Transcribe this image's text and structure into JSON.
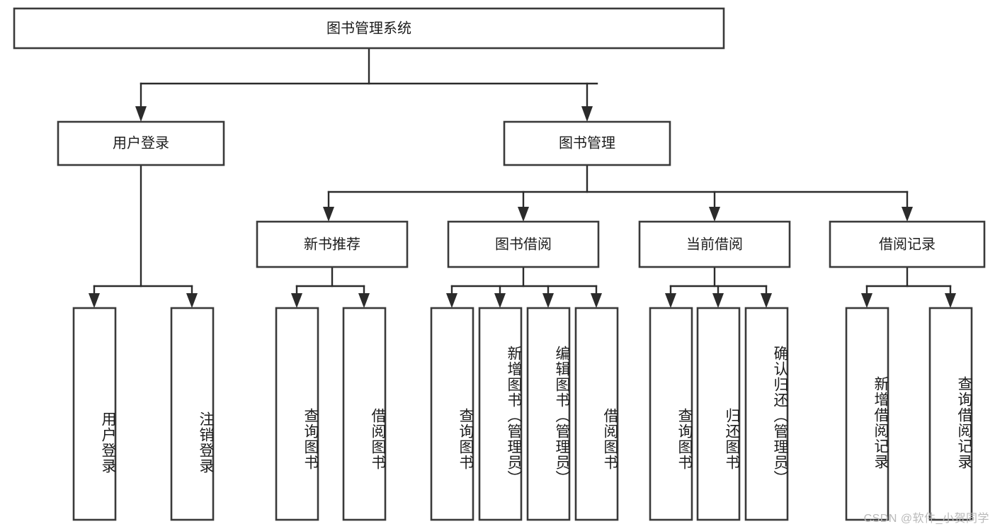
{
  "diagram": {
    "type": "tree-hierarchy",
    "title": "图书管理系统",
    "watermark": "CSDN @软件_小贺同学",
    "orientation": "top-down",
    "levels": 4,
    "colors": {
      "box_fill": "#ffffff",
      "box_stroke": "#3a3a3a",
      "edge": "#2b2b2b",
      "text": "#1c1c1c",
      "watermark": "#b9b9b9",
      "background": "#ffffff"
    },
    "root": {
      "label": "图书管理系统",
      "id": "root-system"
    },
    "level2": [
      {
        "id": "user-login",
        "label": "用户登录"
      },
      {
        "id": "book-management",
        "label": "图书管理"
      }
    ],
    "level3": [
      {
        "id": "new-book-recommend",
        "label": "新书推荐",
        "parent": "book-management"
      },
      {
        "id": "book-borrow",
        "label": "图书借阅",
        "parent": "book-management"
      },
      {
        "id": "current-borrow",
        "label": "当前借阅",
        "parent": "book-management"
      },
      {
        "id": "borrow-record",
        "label": "借阅记录",
        "parent": "book-management"
      }
    ],
    "leaves": {
      "user-login": [
        {
          "id": "leaf-user-login",
          "label": "用户登录"
        },
        {
          "id": "leaf-logout-login",
          "label": "注销登录"
        }
      ],
      "new-book-recommend": [
        {
          "id": "leaf-query-book-1",
          "label": "查询图书"
        },
        {
          "id": "leaf-borrow-book-1",
          "label": "借阅图书"
        }
      ],
      "book-borrow": [
        {
          "id": "leaf-query-book-2",
          "label": "查询图书"
        },
        {
          "id": "leaf-add-book-admin",
          "label": "新增图书（管理员）"
        },
        {
          "id": "leaf-edit-book-admin",
          "label": "编辑图书（管理员）"
        },
        {
          "id": "leaf-borrow-book-2",
          "label": "借阅图书"
        }
      ],
      "current-borrow": [
        {
          "id": "leaf-query-book-3",
          "label": "查询图书"
        },
        {
          "id": "leaf-return-book",
          "label": "归还图书"
        },
        {
          "id": "leaf-confirm-return-admin",
          "label": "确认归还（管理员）"
        }
      ],
      "borrow-record": [
        {
          "id": "leaf-add-borrow-record",
          "label": "新增借阅记录"
        },
        {
          "id": "leaf-query-borrow-record",
          "label": "查询借阅记录"
        }
      ]
    }
  }
}
